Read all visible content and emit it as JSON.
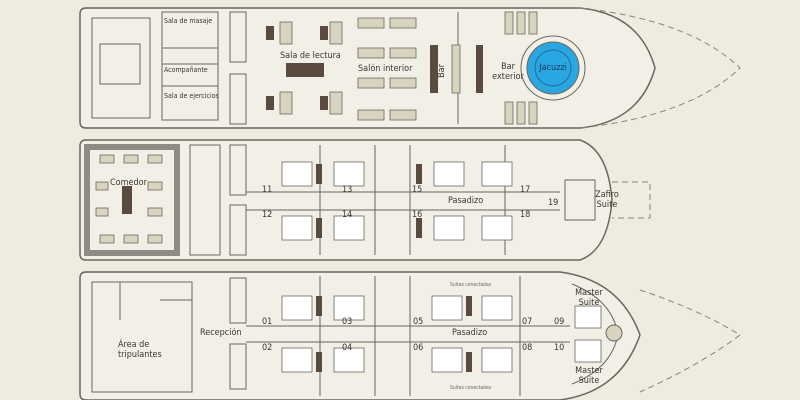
{
  "colors": {
    "background": "#efebe0",
    "deck": "#f2efe6",
    "outline": "#6b665e",
    "furniture": "#d9d4bf",
    "dark": "#5b4a40",
    "jacuzzi": "#2aa7e0",
    "dining_floor": "#8e8c84"
  },
  "upper_deck": {
    "rooms": [
      "Sala de masaje",
      "Acompañante",
      "Sala de ejercicios",
      "Sala de lectura",
      "Salón interior",
      "Bar",
      "Bar exterior",
      "Jacuzzi"
    ]
  },
  "middle_deck": {
    "rooms": [
      "Comedor",
      "Pasadizo",
      "Zafiro Suite"
    ],
    "cabins_top": [
      "11",
      "13",
      "15",
      "17"
    ],
    "cabins_bottom": [
      "12",
      "14",
      "16",
      "18"
    ],
    "suite_number": "19"
  },
  "lower_deck": {
    "rooms": [
      "Área de tripulantes",
      "Recepción",
      "Pasadizo"
    ],
    "cabins_top": [
      "01",
      "03",
      "05",
      "07",
      "09"
    ],
    "cabins_bottom": [
      "02",
      "04",
      "06",
      "08",
      "10"
    ],
    "connected_label": "Suites conectadas",
    "master_suite": "Master Suite"
  }
}
